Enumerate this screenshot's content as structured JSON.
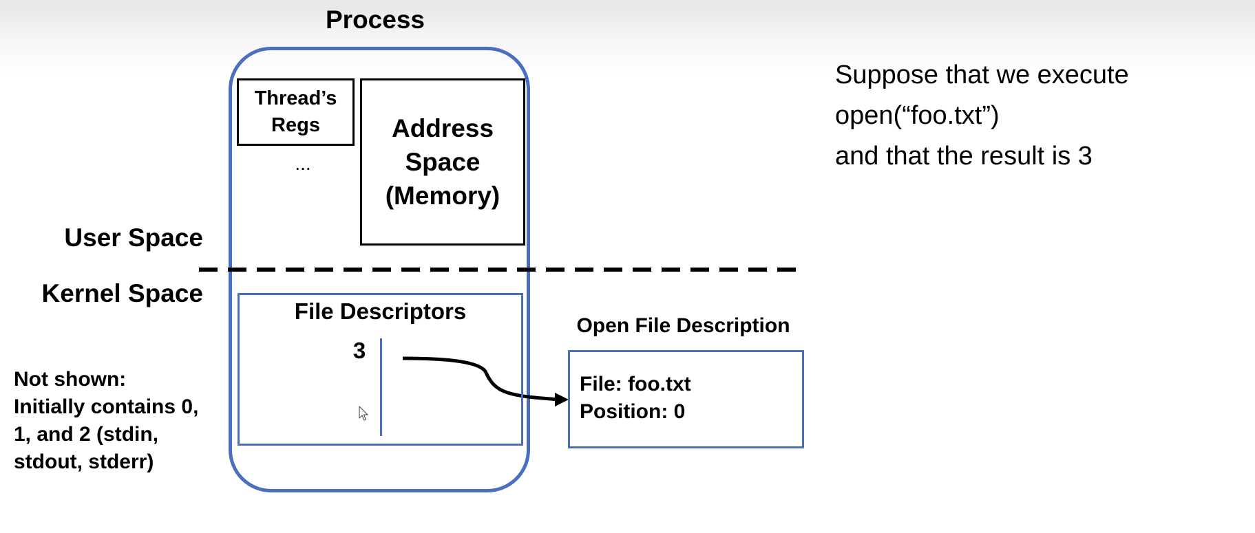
{
  "diagram": {
    "process_title": "Process",
    "threads_box": "Thread’s\nRegs",
    "ellipsis": "...",
    "address_space": "Address\nSpace\n(Memory)",
    "user_space_label": "User Space",
    "kernel_space_label": "Kernel Space",
    "file_descriptors": {
      "title": "File Descriptors",
      "entry_number": "3"
    },
    "open_file_description": {
      "title": "Open File Description",
      "file_line": "File: foo.txt",
      "position_line": "Position: 0"
    },
    "not_shown_note": "Not shown:\nInitially contains 0,\n1, and 2 (stdin,\nstdout, stderr)"
  },
  "description": {
    "line1": "Suppose that we execute",
    "line2": "open(“foo.txt”)",
    "line3": "and that the result is 3"
  },
  "colors": {
    "accent_blue": "#4a6fbf",
    "text": "#000000"
  },
  "icons": {
    "cursor": "mouse-pointer-icon"
  }
}
